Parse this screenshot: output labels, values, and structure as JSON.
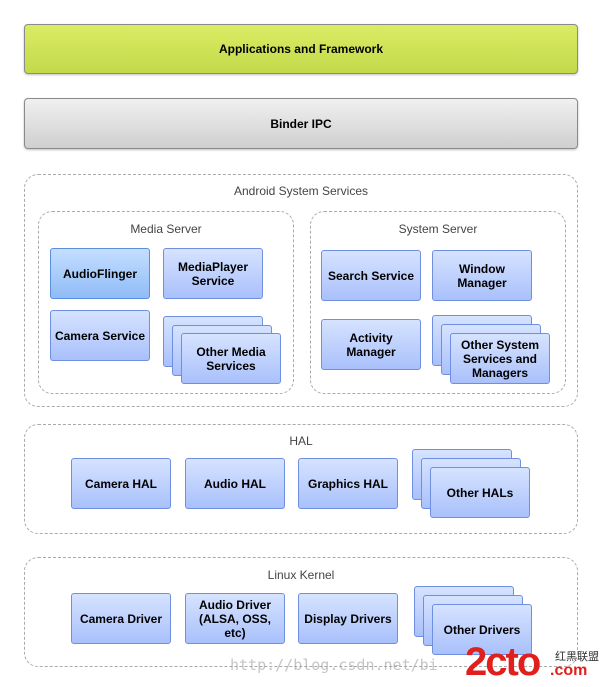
{
  "layers": {
    "apps": "Applications and Framework",
    "binder": "Binder IPC",
    "services": {
      "title": "Android System Services",
      "media_server": {
        "title": "Media Server",
        "items": [
          "AudioFlinger",
          "MediaPlayer Service",
          "Camera Service",
          "Other Media Services"
        ]
      },
      "system_server": {
        "title": "System Server",
        "items": [
          "Search Service",
          "Window Manager",
          "Activity Manager",
          "Other System Services and Managers"
        ]
      }
    },
    "hal": {
      "title": "HAL",
      "items": [
        "Camera HAL",
        "Audio HAL",
        "Graphics HAL",
        "Other HALs"
      ]
    },
    "kernel": {
      "title": "Linux Kernel",
      "items": [
        "Camera Driver",
        "Audio Driver (ALSA, OSS, etc)",
        "Display Drivers",
        "Other Drivers"
      ]
    }
  },
  "watermark": {
    "url": "http://blog.csdn.net/bi",
    "logo": "2cto",
    "logo_sub": "红黑联盟",
    "logo_dom": ".com"
  }
}
